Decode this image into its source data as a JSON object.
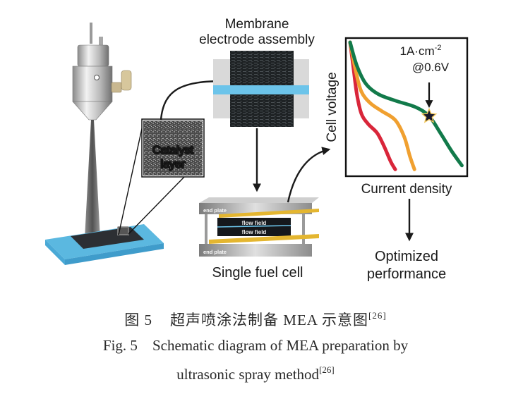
{
  "figure": {
    "labels": {
      "mea_line1": "Membrane",
      "mea_line2": "electrode assembly",
      "catalyst_line1": "Catalyst",
      "catalyst_line2": "layer",
      "single_cell": "Single fuel cell",
      "end_plate_top": "end plate",
      "end_plate_bottom": "end plate",
      "flow_field_top": "flow field",
      "flow_field_bottom": "flow field",
      "optimized_line1": "Optimized",
      "optimized_line2": "performance"
    },
    "colors": {
      "substrate": "#5bb8e0",
      "membrane": "#6cc4ea",
      "gasket": "#d9d9d9",
      "curve_red": "#d9263a",
      "curve_orange": "#f0a030",
      "curve_green": "#127a4a",
      "star_fill": "#1a1a2e",
      "star_glow": "#f3c75a",
      "gold_plate": "#e4b630"
    }
  },
  "chart_data": {
    "type": "line",
    "title": "",
    "xlabel": "Current density",
    "ylabel": "Cell voltage",
    "x_ticks": [],
    "y_ticks": [],
    "grid": false,
    "legend": "none",
    "xlim": [
      0,
      1
    ],
    "ylim": [
      0,
      1
    ],
    "series": [
      {
        "name": "red",
        "color": "#d9263a",
        "x": [
          0.0,
          0.03,
          0.06,
          0.1,
          0.16,
          0.24,
          0.3,
          0.36,
          0.4
        ],
        "y": [
          1.0,
          0.8,
          0.6,
          0.45,
          0.37,
          0.3,
          0.2,
          0.08,
          0.02
        ]
      },
      {
        "name": "orange",
        "color": "#f0a030",
        "x": [
          0.0,
          0.05,
          0.1,
          0.18,
          0.28,
          0.4,
          0.48,
          0.53,
          0.57
        ],
        "y": [
          1.0,
          0.78,
          0.62,
          0.53,
          0.47,
          0.4,
          0.27,
          0.12,
          0.02
        ]
      },
      {
        "name": "green",
        "color": "#127a4a",
        "x": [
          0.0,
          0.06,
          0.14,
          0.25,
          0.4,
          0.58,
          0.7,
          0.8,
          0.9,
          0.99
        ],
        "y": [
          1.0,
          0.82,
          0.68,
          0.6,
          0.55,
          0.5,
          0.43,
          0.3,
          0.16,
          0.05
        ]
      }
    ],
    "annotations": [
      {
        "text_line1": "1A·cm",
        "superscript": "-2",
        "text_line2": "@0.6V",
        "marker": "star",
        "series": "green",
        "x": 0.7,
        "y": 0.43
      }
    ]
  },
  "caption": {
    "cn_prefix": "图 5",
    "cn_text": "超声喷涂法制备 MEA 示意图",
    "cn_ref": "[26]",
    "en_prefix": "Fig. 5",
    "en_text_line1": "Schematic diagram of MEA preparation by",
    "en_text_line2": "ultrasonic spray method",
    "en_ref": "[26]"
  }
}
